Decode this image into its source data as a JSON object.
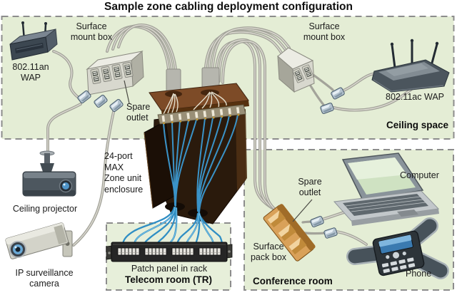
{
  "title": "Sample zone cabling deployment configuration",
  "zones": {
    "ceiling_space": {
      "label": "Ceiling space"
    },
    "telecom_room": {
      "label": "Telecom room (TR)",
      "caption": "Patch panel in rack"
    },
    "conference_room": {
      "label": "Conference room"
    }
  },
  "devices": {
    "wap_an": {
      "label": "802.11an\nWAP"
    },
    "wap_ac": {
      "label": "802.11ac WAP"
    },
    "surface_mount_box_left": {
      "label": "Surface\nmount box"
    },
    "surface_mount_box_right": {
      "label": "Surface\nmount box"
    },
    "spare_outlet_ceiling": {
      "label": "Spare\noutlet"
    },
    "zone_enclosure": {
      "label": "24-port\nMAX\nZone unit\nenclosure"
    },
    "ceiling_projector": {
      "label": "Ceiling projector"
    },
    "ip_camera": {
      "label": "IP surveillance\ncamera"
    },
    "computer": {
      "label": "Computer"
    },
    "spare_outlet_conference": {
      "label": "Spare\noutlet"
    },
    "surface_pack_box": {
      "label": "Surface\npack box"
    },
    "phone": {
      "label": "Phone"
    }
  },
  "colors": {
    "zone_background": "#e4edd5",
    "zone_border": "#8c8c8c",
    "cable_gray": "#a3a39a",
    "cable_blue": "#3a93c8",
    "enclosure_brown": "#7d4b27",
    "pack_box_orange": "#d9a159",
    "panel_black": "#262626"
  }
}
